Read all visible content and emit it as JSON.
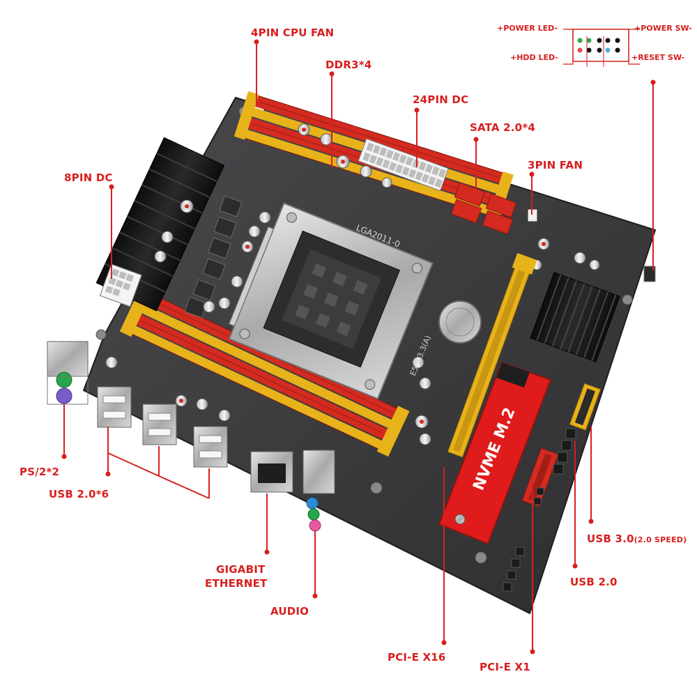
{
  "labels": {
    "cpu_fan": "4PIN CPU FAN",
    "ddr3": "DDR3*4",
    "atx24": "24PIN DC",
    "sata": "SATA 2.0*4",
    "fan3": "3PIN FAN",
    "dc8": "8PIN DC",
    "ps2": "PS/2*2",
    "usb20x6": "USB 2.0*6",
    "gigabit": "GIGABIT",
    "ethernet": "ETHERNET",
    "audio": "AUDIO",
    "pcie16": "PCI-E X16",
    "pcie1": "PCI-E X1",
    "usb30": "USB 3.0",
    "usb30_note": "(2.0 SPEED)",
    "usb20": "USB 2.0"
  },
  "front_panel": {
    "power_led": "+POWER LED-",
    "power_sw": "+POWER SW-",
    "hdd_led": "+HDD LED-",
    "reset_sw": "+RESET SW-"
  },
  "board_markings": {
    "socket": "LGA2011-0",
    "model": "E5 V:3.3(A)",
    "m2_slot": "NVME M.2"
  },
  "colors": {
    "label_red": "#d81e1e",
    "pcb": "#3a3a3c",
    "dimm_red": "#d42a1f",
    "dimm_yellow": "#e8b21a",
    "heatsink": "#1a1a1a"
  }
}
